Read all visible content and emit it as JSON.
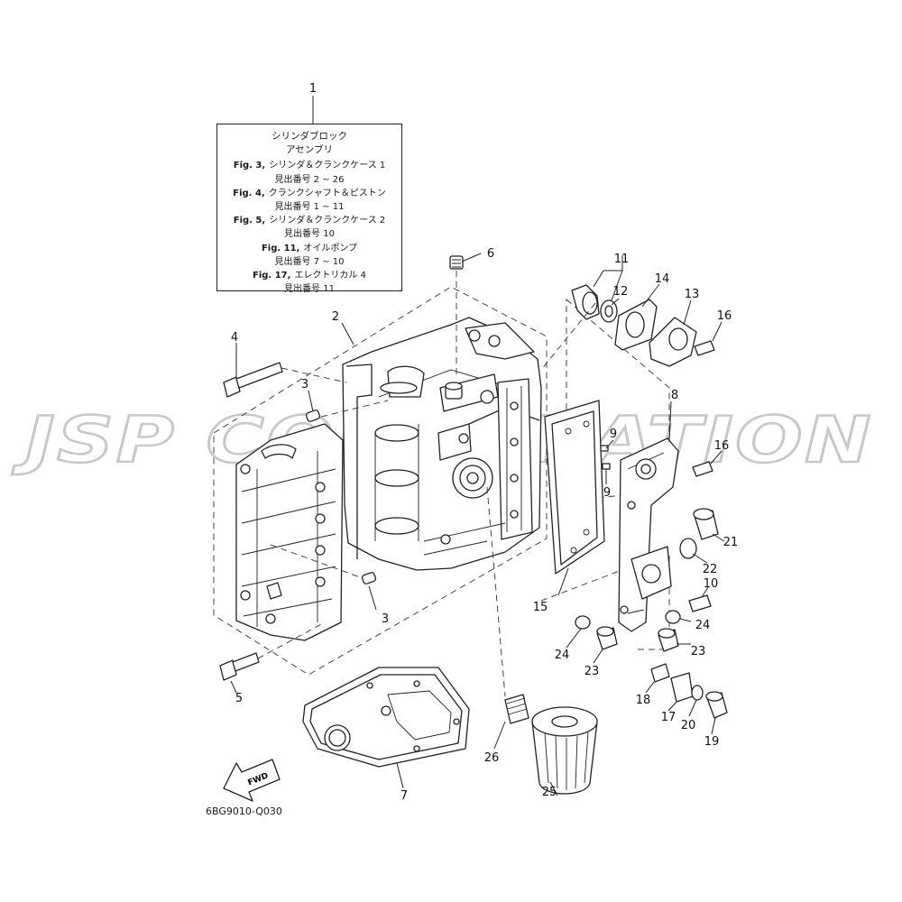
{
  "watermark": "JSP CORPORATION",
  "assembly_box": {
    "title_line1": "シリンダブロック",
    "title_line2": "アセンブリ",
    "refs": [
      {
        "fig": "Fig. 3,",
        "desc": "シリンダ＆クランクケース 1",
        "ref": "見出番号 2 ~ 26"
      },
      {
        "fig": "Fig. 4,",
        "desc": "クランクシャフト＆ピストン",
        "ref": "見出番号 1 ~ 11"
      },
      {
        "fig": "Fig. 5,",
        "desc": "シリンダ＆クランクケース 2",
        "ref": "見出番号 10"
      },
      {
        "fig": "Fig. 11,",
        "desc": "オイルポンプ",
        "ref": "見出番号 7 ~ 10"
      },
      {
        "fig": "Fig. 17,",
        "desc": "エレクトリカル 4",
        "ref": "見出番号 11"
      }
    ]
  },
  "callouts": [
    "1",
    "2",
    "3",
    "3",
    "4",
    "5",
    "6",
    "7",
    "8",
    "9",
    "9",
    "10",
    "11",
    "12",
    "13",
    "14",
    "15",
    "16",
    "16",
    "17",
    "18",
    "19",
    "20",
    "21",
    "22",
    "23",
    "23",
    "24",
    "24",
    "25",
    "26"
  ],
  "fwd_label": "FWD",
  "diagram_code": "6BG9010-Q030",
  "colors": {
    "line": "#222222",
    "watermark": "#c8c8c8",
    "background": "#ffffff"
  }
}
